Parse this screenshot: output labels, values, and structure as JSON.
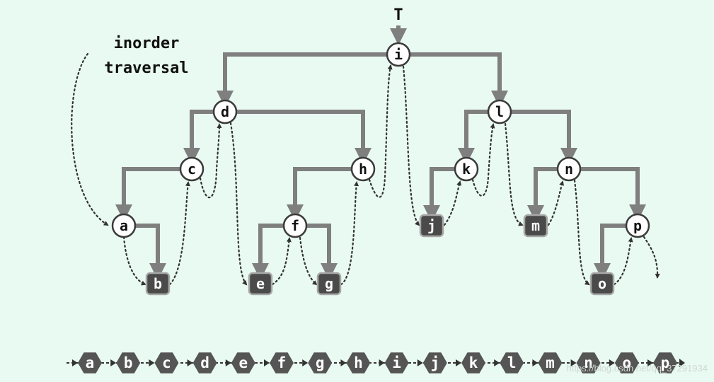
{
  "root_label": "T",
  "note": {
    "line1": "inorder",
    "line2": "traversal"
  },
  "nodes": {
    "i": "i",
    "d": "d",
    "l": "l",
    "c": "c",
    "h": "h",
    "k": "k",
    "n": "n",
    "a": "a",
    "f": "f",
    "p": "p",
    "b": "b",
    "e": "e",
    "g": "g",
    "j": "j",
    "m": "m",
    "o": "o"
  },
  "sequence": [
    "a",
    "b",
    "c",
    "d",
    "e",
    "f",
    "g",
    "h",
    "i",
    "j",
    "k",
    "l",
    "m",
    "n",
    "o",
    "p"
  ],
  "watermark": "https://blog.csdn.net/qq_37291934",
  "colors": {
    "background": "#e8faf1",
    "edge": "#7f7f7f",
    "internal_fill": "#ffffff",
    "leaf_fill": "#4a4a4a"
  }
}
